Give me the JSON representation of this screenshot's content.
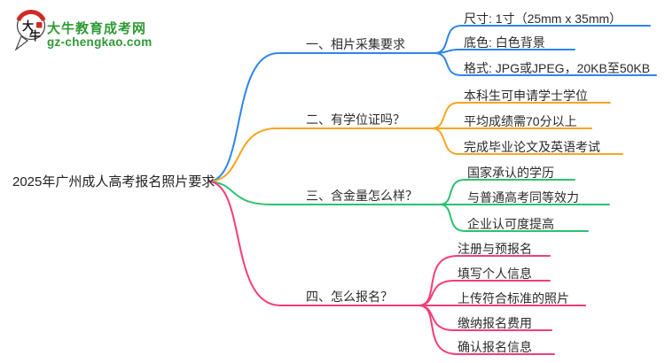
{
  "logo": {
    "icon_char_1": "大",
    "icon_char_2": "牛",
    "title": "大牛教育成考网",
    "url": "gz-chengkao.com"
  },
  "colors": {
    "branch1_blue": "#2e86e8",
    "branch2_orange": "#f5a623",
    "branch3_green": "#2bc26e",
    "branch4_pink": "#f23f77",
    "logo_green": "#2f9a35",
    "logo_red": "#cf2b25",
    "bubble_outline": "#4a4a4a",
    "text": "#2b2b2b"
  },
  "mindmap": {
    "root": "2025年广州成人高考报名照片要求",
    "branches": [
      {
        "label": "一、相片采集要求",
        "color": "#2e86e8",
        "children": [
          "尺寸: 1寸（25mm x 35mm）",
          "底色: 白色背景",
          "格式: JPG或JPEG，20KB至50KB"
        ]
      },
      {
        "label": "二、有学位证吗？",
        "color": "#f5a623",
        "children": [
          "本科生可申请学士学位",
          "平均成绩需70分以上",
          "完成毕业论文及英语考试"
        ]
      },
      {
        "label": "三、含金量怎么样？",
        "color": "#2bc26e",
        "children": [
          "国家承认的学历",
          "与普通高考同等效力",
          "企业认可度提高"
        ]
      },
      {
        "label": "四、怎么报名？",
        "color": "#f23f77",
        "children": [
          "注册与预报名",
          "填写个人信息",
          "上传符合标准的照片",
          "缴纳报名费用",
          "确认报名信息"
        ]
      }
    ]
  }
}
